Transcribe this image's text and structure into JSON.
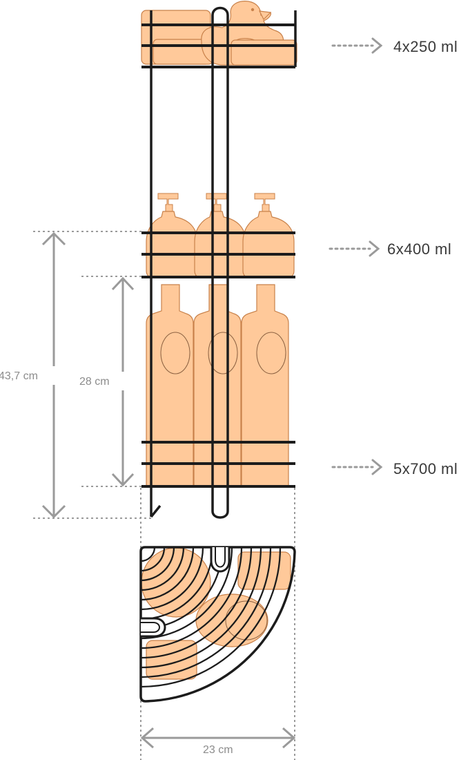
{
  "capacities": {
    "top": "4x250 ml",
    "middle": "6x400 ml",
    "bottom": "5x700 ml"
  },
  "dimensions": {
    "total_height": "43,7 cm",
    "shelf_gap": "28 cm",
    "width": "23 cm"
  },
  "colors": {
    "product_fill": "#FFC99A",
    "product_stroke": "#C8814A",
    "wire": "#1c1c1c",
    "dimension": "#9a9a9a"
  }
}
